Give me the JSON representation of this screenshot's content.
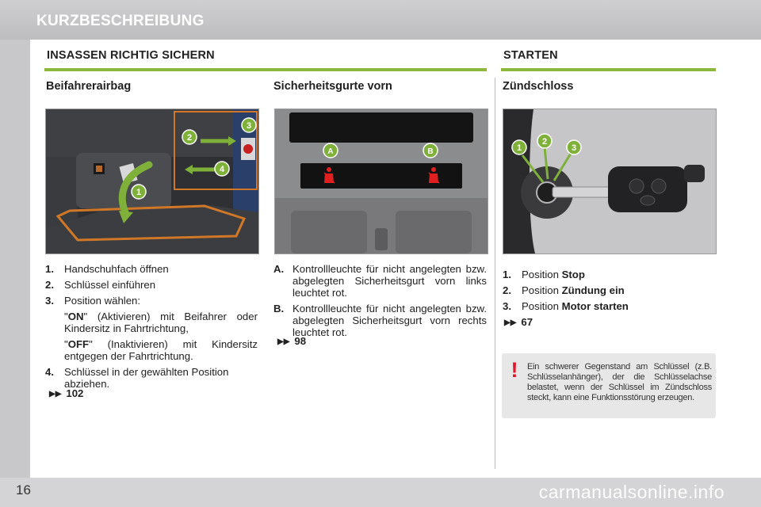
{
  "header": {
    "title": "KURZBESCHREIBUNG"
  },
  "page_number": "16",
  "watermark": "carmanualsonline.info",
  "sections": {
    "left": {
      "title": "INSASSEN RICHTIG SICHERN"
    },
    "right": {
      "title": "STARTEN"
    }
  },
  "airbag": {
    "title": "Beifahrerairbag",
    "callouts": [
      "1",
      "2",
      "3",
      "4"
    ],
    "items": [
      {
        "num": "1.",
        "text": "Handschuhfach öffnen"
      },
      {
        "num": "2.",
        "text": "Schlüssel einführen"
      },
      {
        "num": "3.",
        "text": "Position wählen:"
      }
    ],
    "on": {
      "open": "\"",
      "key": "ON",
      "rest": "\" (Aktivieren) mit Beifahrer oder Kindersitz in Fahrtrichtung,"
    },
    "off": {
      "open": "\"",
      "key": "OFF",
      "rest": "\" (Inaktivieren) mit Kindersitz entgegen der Fahrtrichtung."
    },
    "item4": {
      "num": "4.",
      "text": "Schlüssel in der gewählten Position abziehen."
    },
    "ref": "102"
  },
  "belts": {
    "title": "Sicherheitsgurte vorn",
    "callouts": [
      "A",
      "B"
    ],
    "items": [
      {
        "num": "A.",
        "text": "Kontrollleuchte für nicht angelegten bzw. abgelegten Sicherheitsgurt vorn links leuchtet rot."
      },
      {
        "num": "B.",
        "text": "Kontrollleuchte für nicht angelegten bzw. abgelegten Sicherheitsgurt vorn rechts leuchtet rot."
      }
    ],
    "ref": "98"
  },
  "ignition": {
    "title": "Zündschloss",
    "callouts": [
      "1",
      "2",
      "3"
    ],
    "items": [
      {
        "num": "1.",
        "prefix": "Position",
        "value": "Stop"
      },
      {
        "num": "2.",
        "prefix": "Position",
        "value": "Zündung ein"
      },
      {
        "num": "3.",
        "prefix": "Position",
        "value": "Motor starten"
      }
    ],
    "ref": "67"
  },
  "warning": {
    "icon": "!",
    "text": "Ein schwerer Gegenstand am Schlüssel (z.B. Schlüsselanhänger), der die Schlüsselachse belastet, wenn der Schlüssel im Zündschloss steckt, kann eine Funktionsstörung erzeugen."
  },
  "colors": {
    "accent_green": "#8db63d",
    "warning_red": "#e3172b",
    "callout_green": "#7fb13a"
  }
}
